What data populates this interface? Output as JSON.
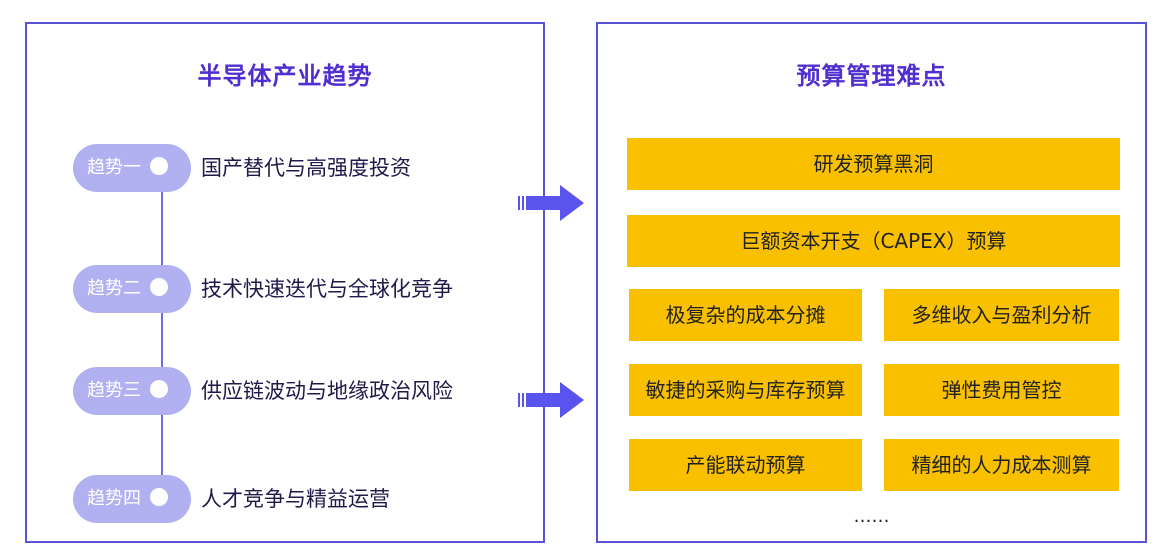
{
  "left": {
    "title": "半导体产业趋势",
    "trends": [
      {
        "tag": "趋势一",
        "text": "国产替代与高强度投资"
      },
      {
        "tag": "趋势二",
        "text": "技术快速迭代与全球化竞争"
      },
      {
        "tag": "趋势三",
        "text": "供应链波动与地缘政治风险"
      },
      {
        "tag": "趋势四",
        "text": "人才竞争与精益运营"
      }
    ]
  },
  "right": {
    "title": "预算管理难点",
    "wide_items": [
      "研发预算黑洞",
      "巨额资本开支（CAPEX）预算"
    ],
    "grid_items": [
      "极复杂的成本分摊",
      "多维收入与盈利分析",
      "敏捷的采购与库存预算",
      "弹性费用管控",
      "产能联动预算",
      "精细的人力成本测算"
    ],
    "more": "……"
  },
  "colors": {
    "border": "#5a55d6",
    "title": "#4f2fd0",
    "pill": "#b1b0f0",
    "bar": "#f9c000",
    "arrow": "#5b53ee"
  }
}
